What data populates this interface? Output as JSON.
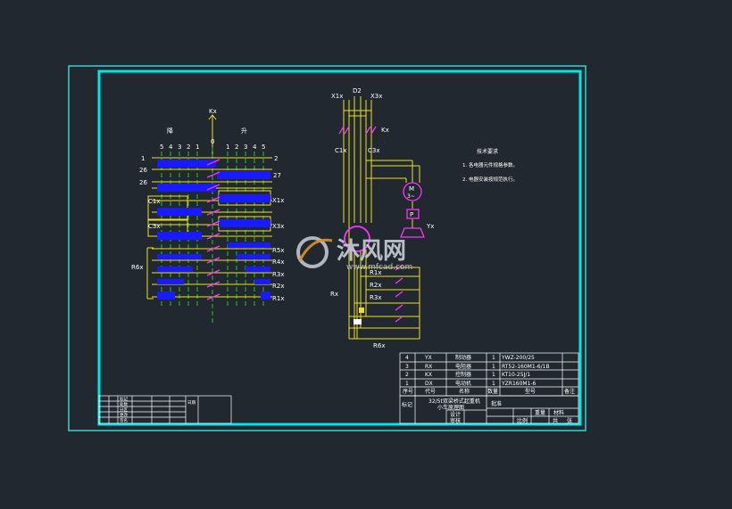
{
  "colors": {
    "background": "#212830",
    "outer_frame": "#2fd5cf",
    "inner_frame": "#00e6e6",
    "wire_yellow": "#f0e020",
    "wire_green": "#22cc22",
    "contact_blue": "#1a1aff",
    "contact_magenta": "#ff33ff",
    "text_white": "#ffffff",
    "watermark": "#c9cfd6"
  },
  "controller": {
    "kx_label": "Kx",
    "left_side_label": "降",
    "right_side_label": "升",
    "left_positions": [
      "5",
      "4",
      "3",
      "2",
      "1"
    ],
    "center_position": "0",
    "right_positions": [
      "1",
      "2",
      "3",
      "4",
      "5"
    ],
    "left_terminals": [
      "1",
      "26",
      "26",
      "C1x",
      "C3x",
      "R6x"
    ],
    "right_terminals": [
      "2",
      "27",
      "X1x",
      "X3x",
      "R5x",
      "R4x",
      "R3x",
      "R2x",
      "R1x"
    ]
  },
  "power_circuit": {
    "top_labels": [
      "X1x",
      "D2",
      "X3x"
    ],
    "kx_label": "Kx",
    "c1x_label": "C1x",
    "c3x_label": "C3x",
    "motor_m": "M",
    "motor_phase": "3~",
    "brake_p": "P",
    "yx_label": "Yx",
    "rx_label": "Rx",
    "resistor_labels": [
      "R1x",
      "R2x",
      "R3x"
    ],
    "r6x_label": "R6x",
    "rotor_label": "D2"
  },
  "notes": {
    "title": "技术要求",
    "lines": [
      "1. 各电器元件规格参数。",
      "2. 电器安装按规范执行。"
    ]
  },
  "bom": {
    "rows": [
      {
        "no": "4",
        "code": "YX",
        "name": "制动器",
        "qty": "1",
        "spec": "YWZ-200/25"
      },
      {
        "no": "3",
        "code": "RX",
        "name": "电阻器",
        "qty": "1",
        "spec": "RT52-160M1-6/1B"
      },
      {
        "no": "2",
        "code": "KX",
        "name": "控制器",
        "qty": "1",
        "spec": "KT10-25J/1"
      },
      {
        "no": "1",
        "code": "DX",
        "name": "电动机",
        "qty": "1",
        "spec": "YZR160M1-6"
      }
    ],
    "header": {
      "no": "序号",
      "code": "代号",
      "name": "名称",
      "qty": "数量",
      "spec": "型号",
      "note": "备注"
    }
  },
  "title_block": {
    "title_line1": "32/5t双梁桥式起重机",
    "title_line2": "小车原理图",
    "label_design": "设计",
    "label_check": "审核",
    "label_approve": "批准",
    "label_material": "材料",
    "label_scale": "比例",
    "label_weight": "重量",
    "label_sheet": "共",
    "sheet_num": "张",
    "stamp": "标记"
  },
  "revision_table": {
    "rows": [
      "标记",
      "处数",
      "分区",
      "更改",
      "签名"
    ],
    "right_label": "日期"
  },
  "watermark": {
    "brand": "沐风网",
    "url": "www.mfcad.com"
  }
}
